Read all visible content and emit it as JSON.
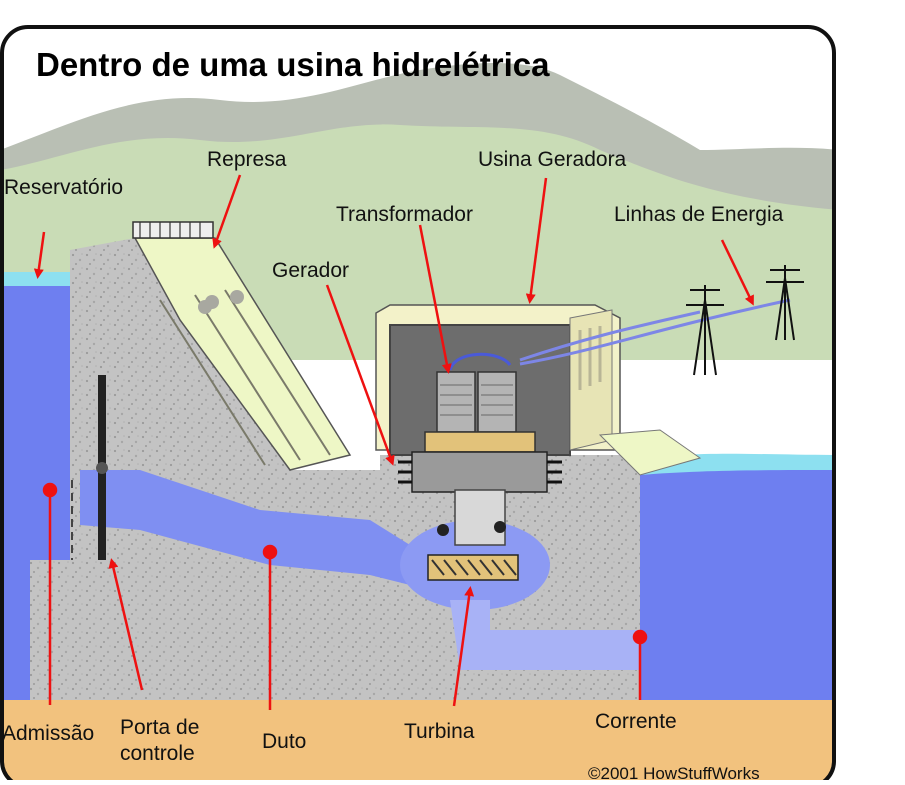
{
  "title": "Dentro de uma usina hidrelétrica",
  "labels": {
    "reservatorio": "Reservatório",
    "represa": "Represa",
    "usina_geradora": "Usina Geradora",
    "transformador": "Transformador",
    "linhas_de_energia": "Linhas de Energia",
    "gerador": "Gerador",
    "admissao": "Admissão",
    "porta_de_controle_line1": "Porta de",
    "porta_de_controle_line2": "controle",
    "duto": "Duto",
    "turbina": "Turbina",
    "corrente": "Corrente"
  },
  "copyright": "©2001 HowStuffWorks",
  "colors": {
    "sky": "#ffffff",
    "mountains": "#b9bfb4",
    "hills": "#c9dcb6",
    "water": "#6e7ff0",
    "water_surface": "#8de0f0",
    "concrete": "#c4c4c4",
    "ground": "#f2c27e",
    "arrow": "#ee1111",
    "frame": "#111111"
  }
}
